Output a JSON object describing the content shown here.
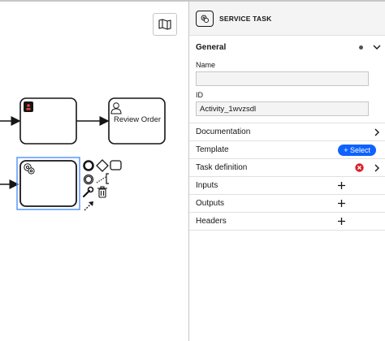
{
  "canvas": {
    "tasks": [
      {
        "label": "Review Order"
      }
    ],
    "context_pad": [
      "end-event",
      "gateway",
      "task",
      "intermediate-event",
      "text-annotation",
      "connect",
      "wrench",
      "delete"
    ]
  },
  "panel": {
    "header_title": "SERVICE TASK",
    "general": {
      "title": "General",
      "name_label": "Name",
      "name_value": "",
      "id_label": "ID",
      "id_value": "Activity_1wvzsdl"
    },
    "rows": {
      "documentation": "Documentation",
      "template": "Template",
      "template_action": "+ Select",
      "task_definition": "Task definition",
      "inputs": "Inputs",
      "outputs": "Outputs",
      "headers": "Headers"
    }
  },
  "colors": {
    "selection": "#4d90fe",
    "primary_button": "#0f62fe",
    "error": "#da1e28",
    "panel_header_bg": "#f4f4f4"
  }
}
